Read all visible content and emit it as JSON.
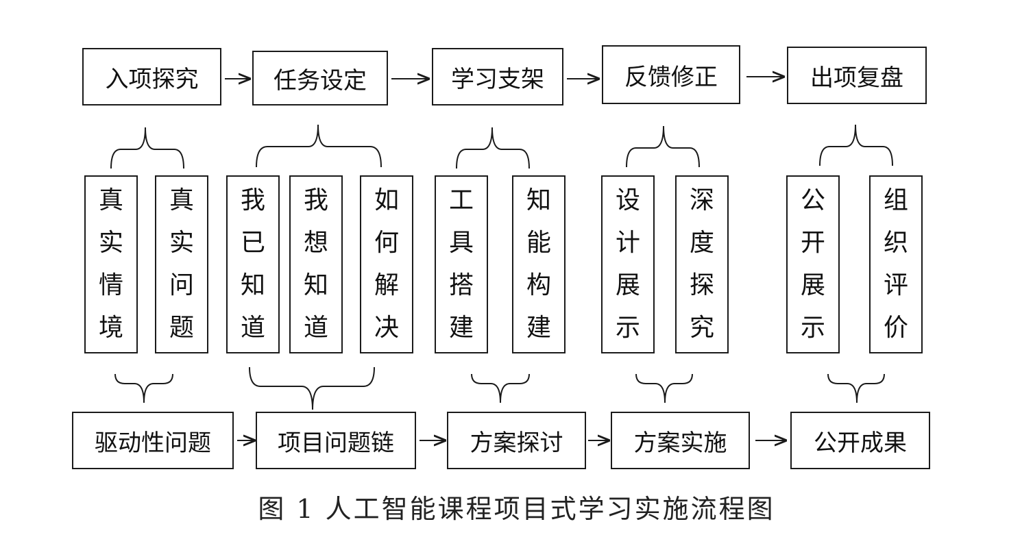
{
  "stages": [
    "入项探究",
    "任务设定",
    "学习支架",
    "反馈修正",
    "出项复盘"
  ],
  "sub_steps": [
    [
      "真实情境",
      "真实问题"
    ],
    [
      "我已知道",
      "我想知道",
      "如何解决"
    ],
    [
      "工具搭建",
      "知能构建"
    ],
    [
      "设计展示",
      "深度探究"
    ],
    [
      "公开展示",
      "组织评价"
    ]
  ],
  "actions": [
    "驱动性问题",
    "项目问题链",
    "方案探讨",
    "方案实施",
    "公开成果"
  ],
  "caption": "图 1 人工智能课程项目式学习实施流程图",
  "colors": {
    "line": "#1a1a1a",
    "background": "#ffffff"
  }
}
